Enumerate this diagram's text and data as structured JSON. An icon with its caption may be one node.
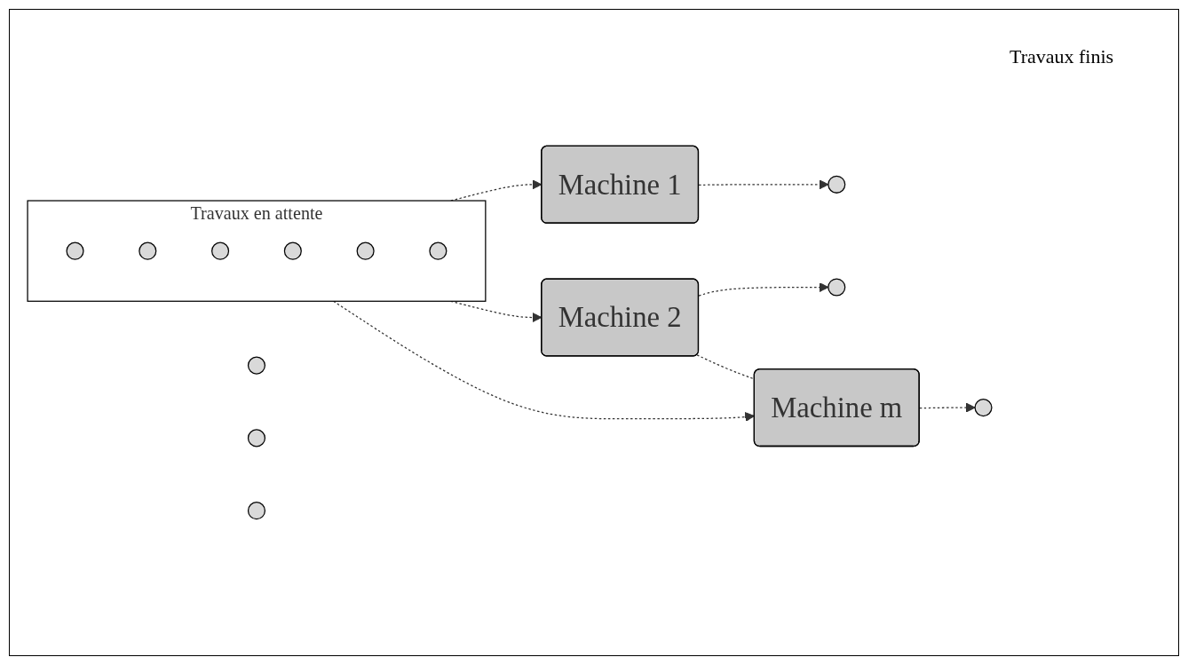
{
  "diagram": {
    "nodes": [
      {
        "text": [
          "Travaux en attente"
        ]
      },
      {
        "text": [],
        "shape": "circle",
        "in": 0
      },
      {
        "text": [],
        "shape": "circle",
        "in": 0
      },
      {
        "text": [],
        "shape": "circle",
        "in": 0
      },
      {
        "text": [],
        "shape": "circle",
        "in": 0
      },
      {
        "text": [],
        "shape": "circle",
        "in": 0
      },
      {
        "text": [],
        "shape": "circle",
        "in": 0
      },
      {
        "text": [
          "Machine 1"
        ]
      },
      {
        "text": [],
        "shape": "circle"
      },
      {
        "text": [
          "Machine 2"
        ]
      },
      {
        "text": [],
        "shape": "circle"
      },
      {
        "text": [],
        "shape": "circle"
      },
      {
        "text": [],
        "shape": "circle"
      },
      {
        "text": [
          "Machine m"
        ]
      },
      {
        "text": [],
        "shape": "circle"
      },
      {
        "text": [],
        "shape": "circle"
      }
    ],
    "edges": [
      {
        "from": 0,
        "to": 7,
        "arrow": "to",
        "style": "dashed"
      },
      {
        "from": 0,
        "to": 9,
        "arrow": "to",
        "style": "dashed"
      },
      {
        "from": 0,
        "to": 13,
        "arrow": "to",
        "style": "dashed"
      },
      {
        "from": 7,
        "to": 8,
        "arrow": "to",
        "style": "dashed"
      },
      {
        "from": 9,
        "to": 10,
        "arrow": "to",
        "style": "dashed"
      },
      {
        "from": 9,
        "to": 13,
        "arrow": "none",
        "style": "dashed"
      },
      {
        "from": 13,
        "to": 14,
        "arrow": "to",
        "style": "dashed"
      }
    ],
    "labels": [
      "Travaux finis"
    ]
  }
}
